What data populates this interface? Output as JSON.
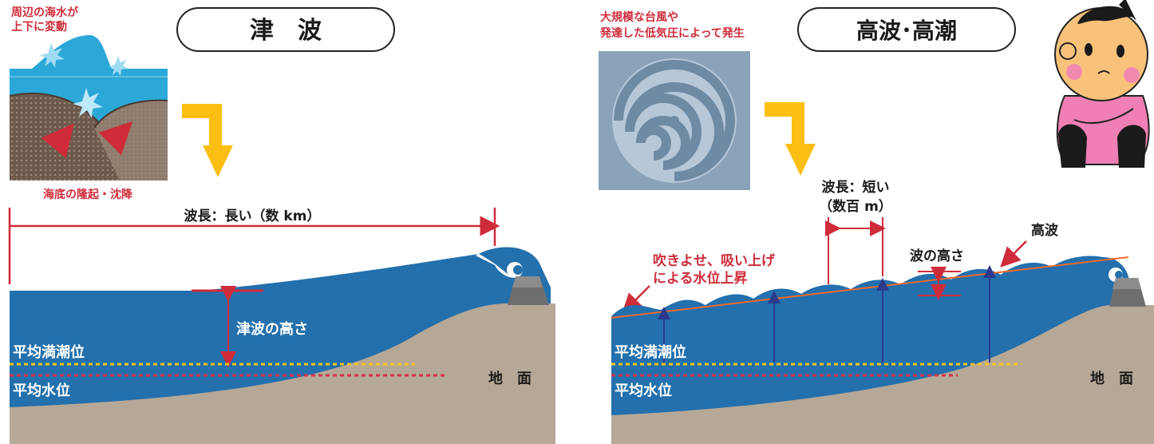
{
  "tsunami": {
    "title": "津　波",
    "cause_line1": "周辺の海水が",
    "cause_line2": "上下に変動",
    "seabed_caption": "海底の隆起・沈降",
    "wavelength": "波長：長い（数 km）",
    "height_label": "津波の高さ",
    "mean_high_tide": "平均満潮位",
    "mean_sea_level": "平均水位",
    "ground": "地　面"
  },
  "high_wave": {
    "title": "高波･高潮",
    "cause_line1": "大規模な台風や",
    "cause_line2": "発達した低気圧によって発生",
    "wavelength_line1": "波長：短い",
    "wavelength_line2": "（数百 m）",
    "wave_height_label": "波の高さ",
    "high_wave_label": "高波",
    "surge_line1": "吹きよせ、吸い上げ",
    "surge_line2": "による水位上昇",
    "mean_high_tide": "平均満潮位",
    "mean_sea_level": "平均水位",
    "ground": "地　面"
  },
  "colors": {
    "sea_deep": "#2370ad",
    "sea_light": "#2ba8d8",
    "ground": "#b6a897",
    "accent_red": "#cf2c3a",
    "arrow_yellow": "#fbbf14",
    "dotted_yellow": "#f5c518",
    "dotted_red": "#d9304a",
    "navy_arrow": "#2b3a8c",
    "orange_line": "#ef6a2a"
  },
  "icons": {
    "typhoon": "typhoon-swirl-icon",
    "flow": "down-arrow-icon",
    "mascot": "character-illustration"
  }
}
